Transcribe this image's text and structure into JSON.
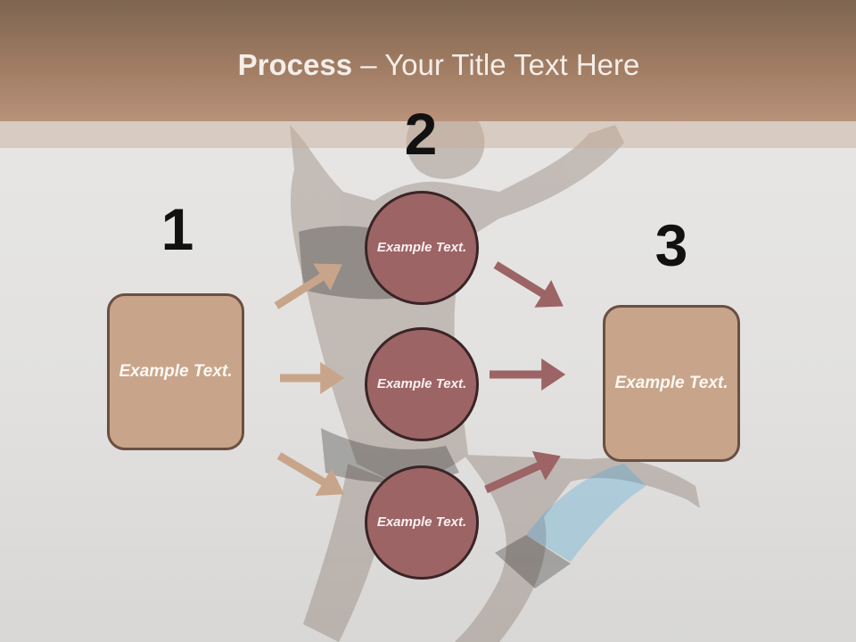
{
  "title": {
    "bold": "Process",
    "dash": " – ",
    "rest": "Your Title Text Here"
  },
  "steps": {
    "one": "1",
    "two": "2",
    "three": "3"
  },
  "boxes": {
    "left": "Example Text.",
    "right": "Example Text."
  },
  "circles": [
    {
      "label": "Example Text."
    },
    {
      "label": "Example Text."
    },
    {
      "label": "Example Text."
    }
  ],
  "colors": {
    "header": "#a07c63",
    "box_fill": "#c8a58a",
    "circle_fill": "#9c6465",
    "arrow_left": "#c8a58a",
    "arrow_right": "#9c6465"
  }
}
